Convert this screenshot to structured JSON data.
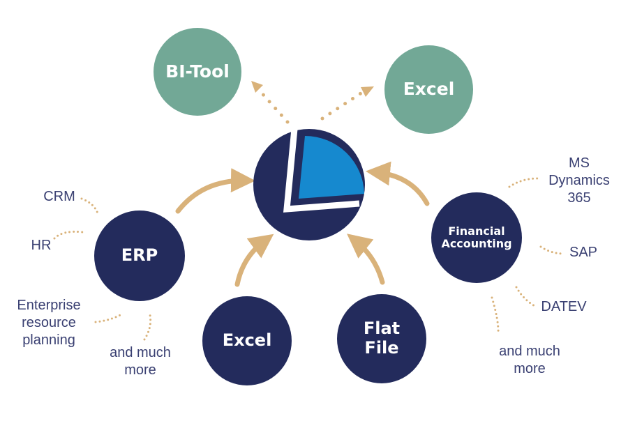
{
  "colors": {
    "navy": "#232b5c",
    "green": "#72a896",
    "logo_blue": "#1689cf",
    "arrow": "#d9b27a",
    "label_text": "#3a4072"
  },
  "center": {
    "icon": "logo-icon"
  },
  "nodes": {
    "bi_tool": "BI-Tool",
    "excel_output": "Excel",
    "erp": "ERP",
    "excel_input": "Excel",
    "flat_file": [
      "Flat",
      "File"
    ],
    "financial_accounting": [
      "Financial",
      "Accounting"
    ]
  },
  "erp_labels": {
    "crm": "CRM",
    "hr": "HR",
    "enterprise": [
      "Enterprise",
      "resource",
      "planning"
    ],
    "more": [
      "and much",
      "more"
    ]
  },
  "fa_labels": {
    "ms_dynamics": [
      "MS",
      "Dynamics",
      "365"
    ],
    "sap": "SAP",
    "datev": "DATEV",
    "more": [
      "and much",
      "more"
    ]
  }
}
